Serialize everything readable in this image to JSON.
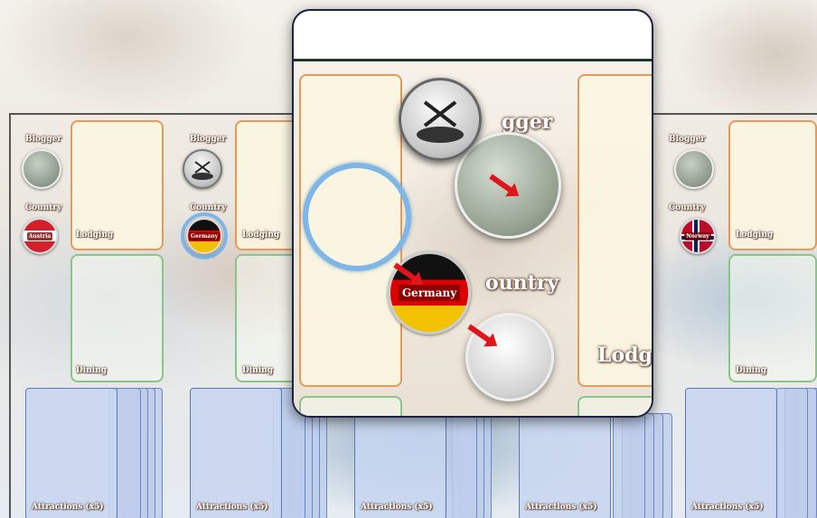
{
  "board": {
    "slots": [
      {
        "blogger_label": "Blogger",
        "country_label": "Country",
        "country_token": "Austria",
        "lodging_label": "Lodging",
        "dining_label": "Dining",
        "attractions_label": "Attractions (x5)"
      },
      {
        "blogger_label": "Blogger",
        "country_label": "Country",
        "country_token": "Germany",
        "lodging_label": "Lodging",
        "dining_label": "Dining",
        "attractions_label": "Attractions (x5)"
      },
      {
        "attractions_label": "Attractions (x5)"
      },
      {
        "attractions_label": "Attractions (x5)"
      },
      {
        "blogger_label": "Blogger",
        "country_label": "Country",
        "country_token": "Norway",
        "lodging_label": "Lodging",
        "dining_label": "Dining",
        "attractions_label": "Attractions (x5)"
      }
    ]
  },
  "zoom": {
    "blogger_label": "gger",
    "country_label": "ountry",
    "lodging_label": "Lodgi",
    "country_token": "Germany"
  },
  "colors": {
    "lodging_border": "#e39a5a",
    "dining_border": "#8bc48a",
    "card_border": "#5a78c0",
    "highlight_ring": "#7fb6e8",
    "arrow": "#e0161b"
  },
  "icons": [
    "plate-cutlery-icon",
    "germany-flag-icon",
    "austria-flag-icon",
    "norway-flag-icon",
    "red-arrow-icon"
  ]
}
